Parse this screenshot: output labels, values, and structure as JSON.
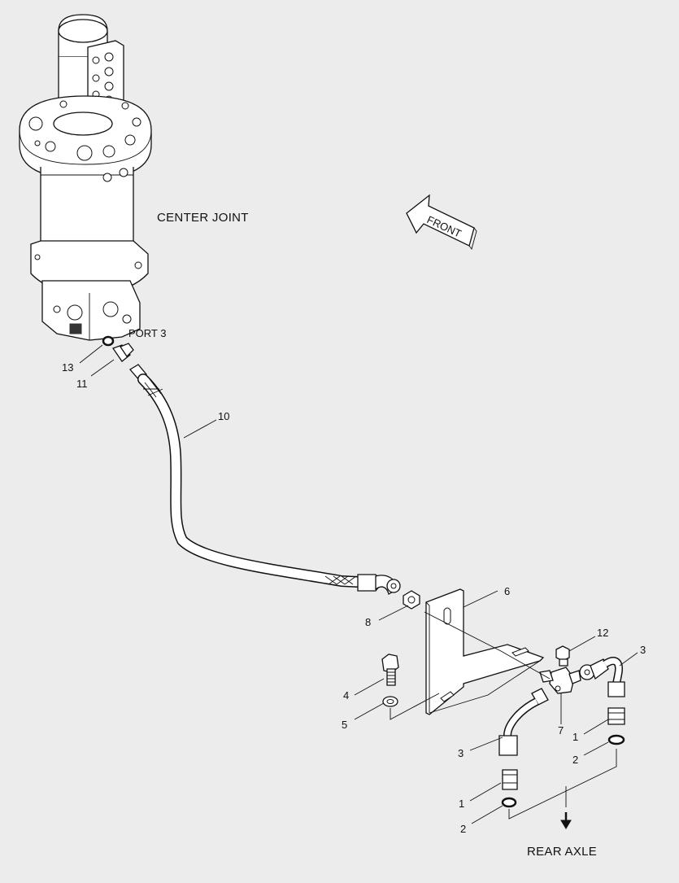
{
  "labels": {
    "center_joint": "CENTER JOINT",
    "front": "FRONT",
    "port": "PORT 3",
    "rear_axle": "REAR AXLE"
  },
  "callouts": {
    "c13": "13",
    "c11": "11",
    "c10": "10",
    "c8": "8",
    "c6": "6",
    "c12": "12",
    "c3_right": "3",
    "c4": "4",
    "c5": "5",
    "c7": "7",
    "c1_right": "1",
    "c2_right": "2",
    "c3_left": "3",
    "c1_left": "1",
    "c2_left": "2"
  }
}
